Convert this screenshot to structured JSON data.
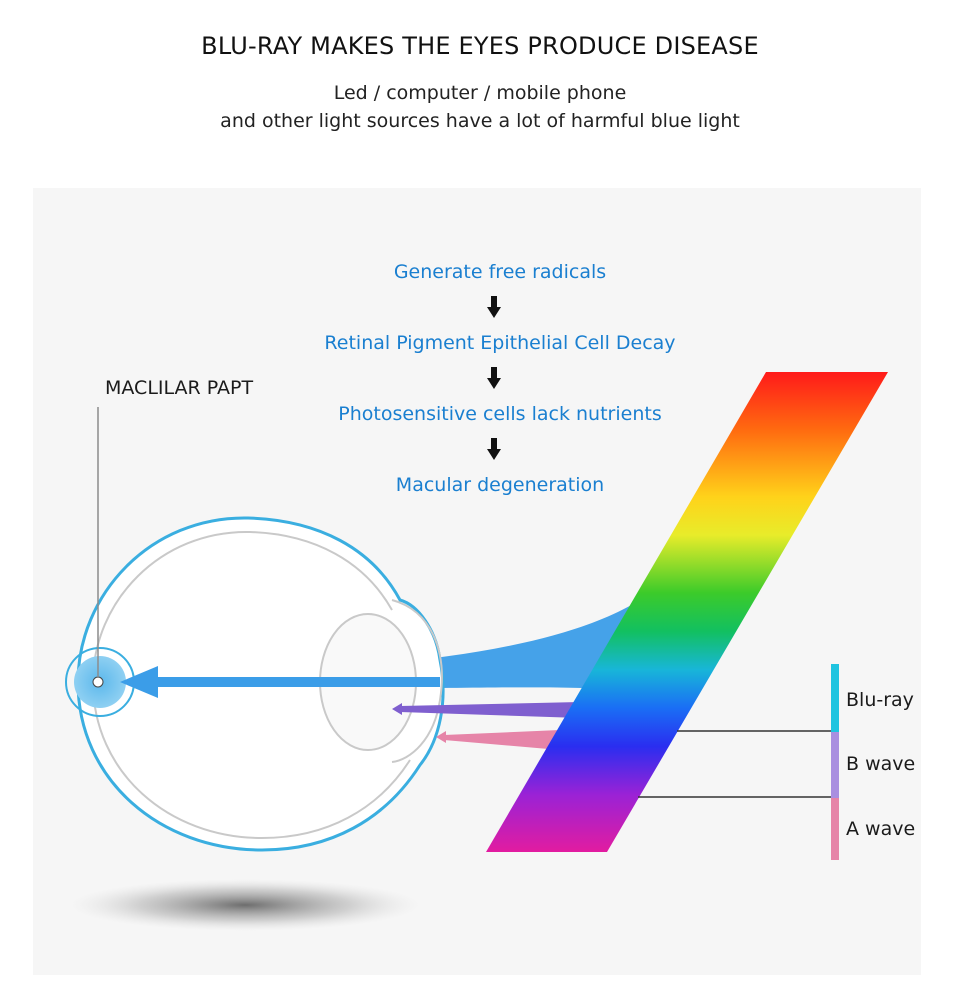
{
  "header": {
    "title": "BLU-RAY MAKES THE EYES PRODUCE DISEASE",
    "subtitle_line1": "Led / computer / mobile phone",
    "subtitle_line2": "and other light sources have a lot of harmful blue light"
  },
  "chain": {
    "steps": [
      "Generate free radicals",
      "Retinal Pigment Epithelial Cell Decay",
      "Photosensitive cells lack nutrients",
      "Macular degeneration"
    ],
    "arrow_icon": "down-arrow-icon"
  },
  "eye": {
    "macula_label": "MACLILAR PAPT"
  },
  "legend": {
    "items": [
      {
        "label": "Blu-ray",
        "color": "#1fc4e0"
      },
      {
        "label": "B wave",
        "color": "#a98fe0"
      },
      {
        "label": "A wave",
        "color": "#e684a8"
      }
    ]
  },
  "colors": {
    "step_text": "#1a7fd0",
    "eye_outline": "#3aaee0",
    "blue_beam": "#3b9de8"
  }
}
